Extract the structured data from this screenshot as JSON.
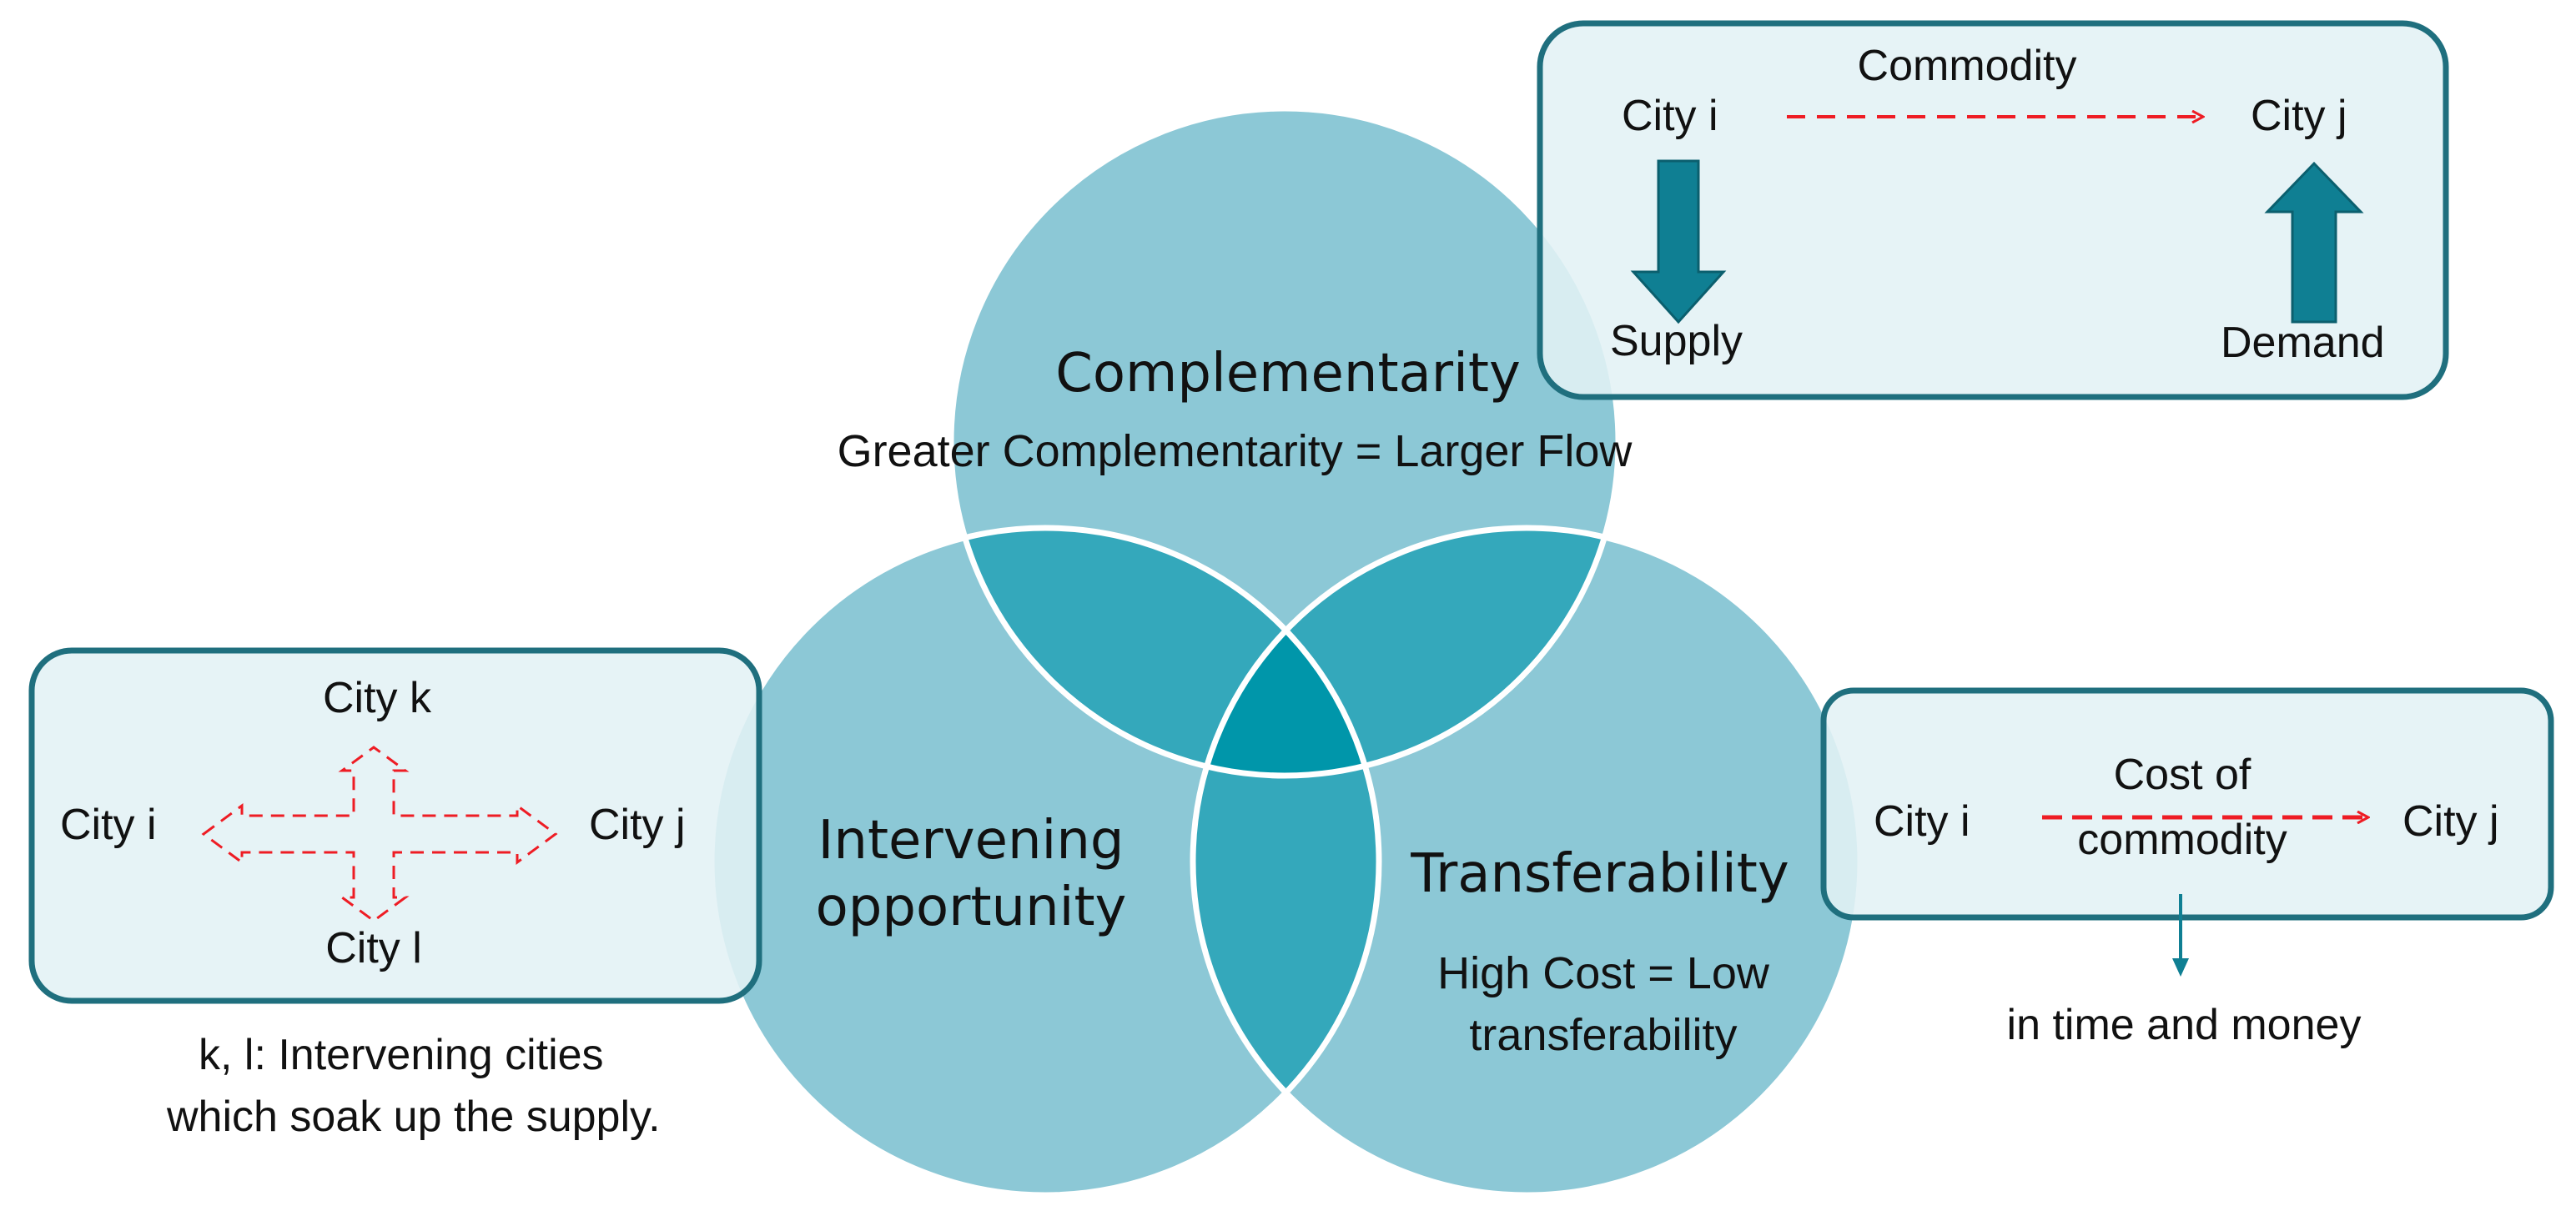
{
  "venn": {
    "complementarity": {
      "title": "Complementarity",
      "caption": "Greater Complementarity = Larger Flow"
    },
    "intervening": {
      "title_line1": "Intervening",
      "title_line2": "opportunity"
    },
    "transferability": {
      "title": "Transferability",
      "caption_line1": "High Cost = Low",
      "caption_line2": "transferability"
    }
  },
  "complementarity_box": {
    "commodity": "Commodity",
    "city_from": "City  i",
    "city_to": "City  j",
    "supply": "Supply",
    "demand": "Demand"
  },
  "intervening_box": {
    "city_top": "City k",
    "city_left": "City i",
    "city_right": "City j",
    "city_bottom": "City l",
    "note_line1": "k, l:  Intervening cities",
    "note_line2": "which soak up the supply."
  },
  "transferability_box": {
    "city_from": "City i",
    "city_to": "City j",
    "cost_line1": "Cost of",
    "cost_line2": "commodity",
    "note": "in time and money"
  },
  "colors": {
    "circle_fill": "#5fb3c6",
    "box_border": "#1f6f7e",
    "box_fill": "#e3f1f5",
    "arrow_blue": "#0f7f93",
    "dashed_red": "#ee1c24"
  }
}
